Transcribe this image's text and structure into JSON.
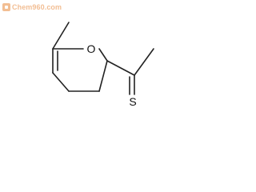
{
  "watermark": {
    "text": "Chem960.com",
    "brand_color": "#e8893c"
  },
  "molecule": {
    "atoms": {
      "ring_oxygen": "O",
      "thione_sulfur": "S"
    },
    "bond_color": "#222222",
    "label_color": "#111111"
  }
}
